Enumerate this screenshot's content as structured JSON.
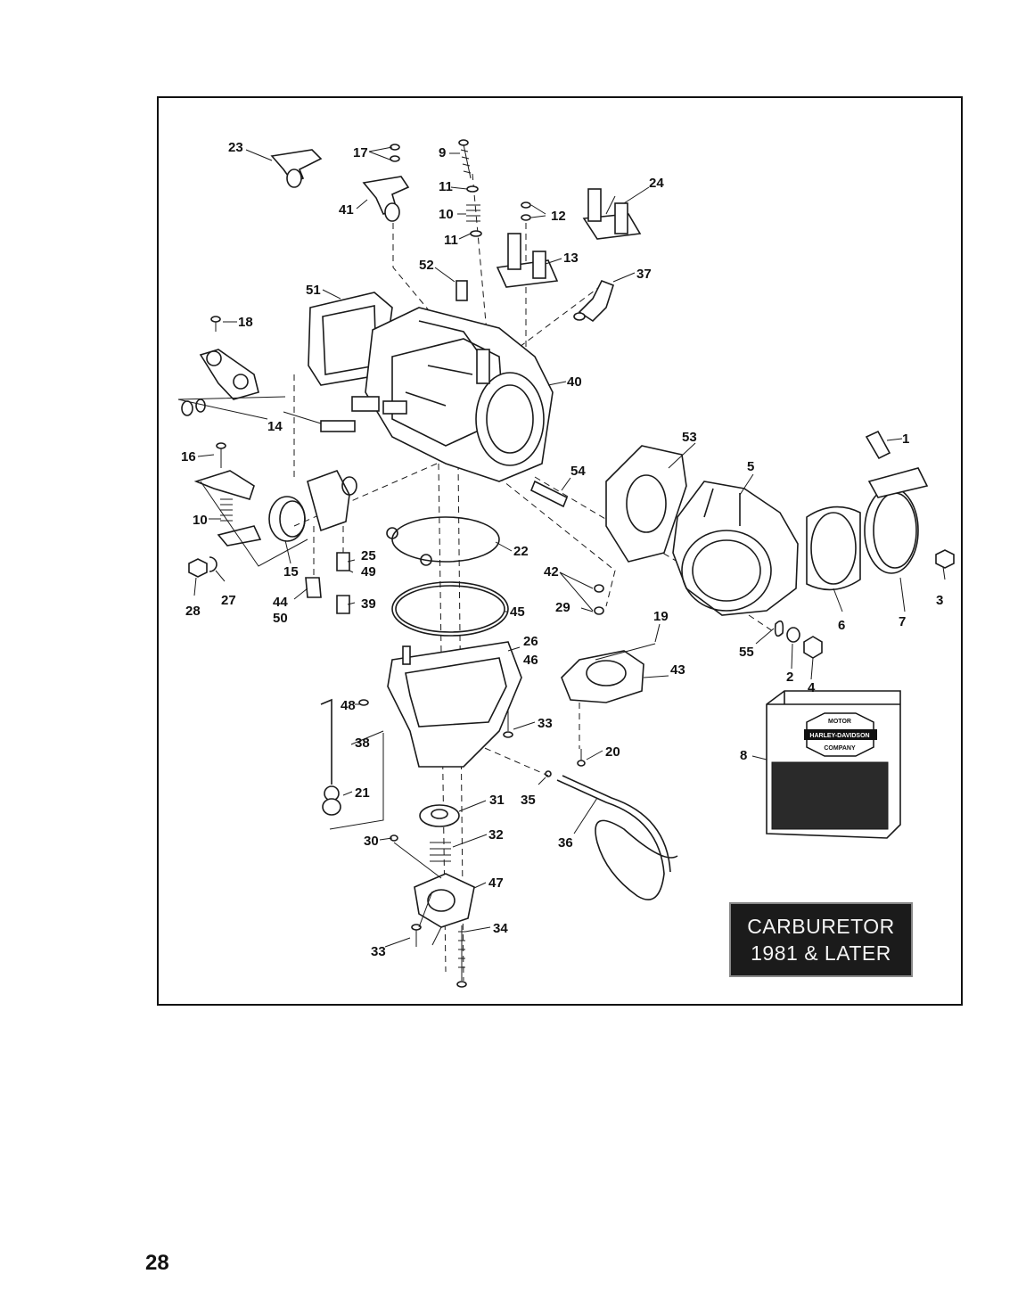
{
  "title": {
    "line1": "CARBURETOR",
    "line2": "1981 & LATER"
  },
  "page_number": "28",
  "callouts": {
    "c23": "23",
    "c17": "17",
    "c9": "9",
    "c24": "24",
    "c11a": "11",
    "c41": "41",
    "c10a": "10",
    "c12": "12",
    "c11b": "11",
    "c13": "13",
    "c52": "52",
    "c37": "37",
    "c51": "51",
    "c18": "18",
    "c40": "40",
    "c14": "14",
    "c53": "53",
    "c1": "1",
    "c16": "16",
    "c5": "5",
    "c54": "54",
    "c10b": "10",
    "c22": "22",
    "c25": "25",
    "c15": "15",
    "c49": "49",
    "c42": "42",
    "c3": "3",
    "c28": "28",
    "c27": "27",
    "c44": "44",
    "c50": "50",
    "c39": "39",
    "c45": "45",
    "c29": "29",
    "c19": "19",
    "c6": "6",
    "c7": "7",
    "c55": "55",
    "c26": "26",
    "c46": "46",
    "c2": "2",
    "c4": "4",
    "c43": "43",
    "c48": "48",
    "c33a": "33",
    "c38": "38",
    "c20": "20",
    "c8": "8",
    "c21": "21",
    "c31": "31",
    "c35": "35",
    "c30": "30",
    "c32": "32",
    "c36": "36",
    "c47": "47",
    "c34": "34",
    "c33b": "33"
  },
  "logo": {
    "text_top": "MOTOR",
    "text_mid": "HARLEY-DAVIDSON",
    "text_bottom": "COMPANY"
  }
}
